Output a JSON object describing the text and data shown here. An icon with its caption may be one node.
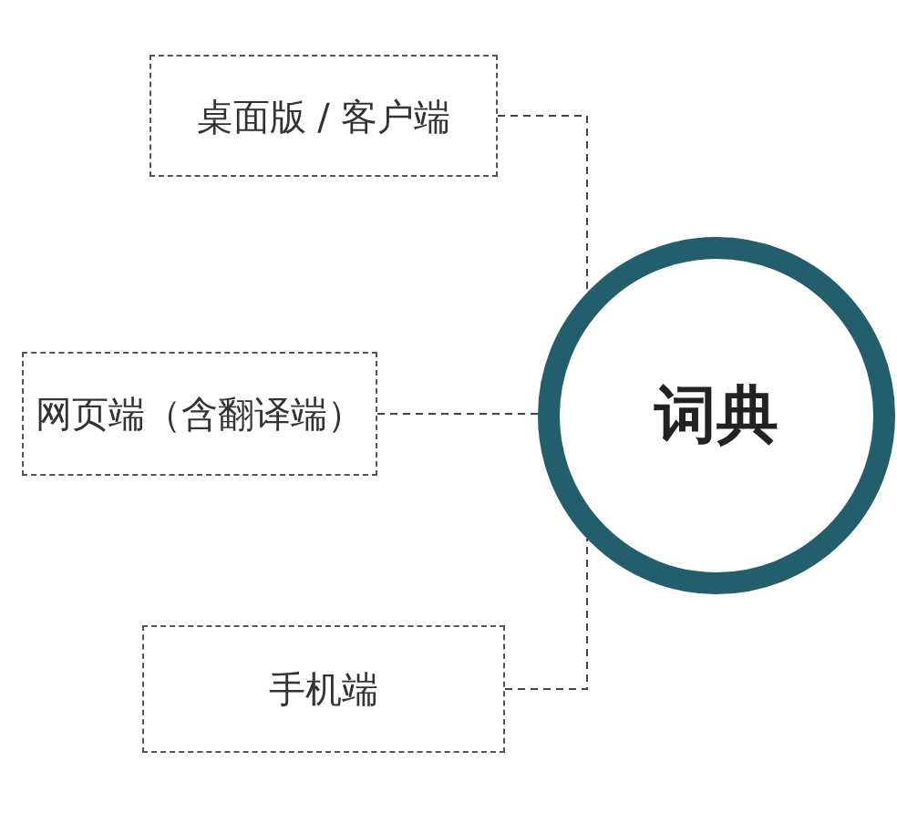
{
  "diagram": {
    "nodes": [
      {
        "text": [
          "桌面版 / 客户端"
        ]
      },
      {
        "text": [
          "网页端（含翻译端）"
        ]
      },
      {
        "text": [
          "手机端"
        ]
      },
      {
        "text": [
          "词典"
        ]
      }
    ],
    "edges": [
      {
        "from": 0,
        "to": 3,
        "arrow": "none",
        "style": "dashed"
      },
      {
        "from": 1,
        "to": 3,
        "arrow": "none",
        "style": "dashed"
      },
      {
        "from": 2,
        "to": 3,
        "arrow": "none",
        "style": "dashed"
      }
    ]
  }
}
